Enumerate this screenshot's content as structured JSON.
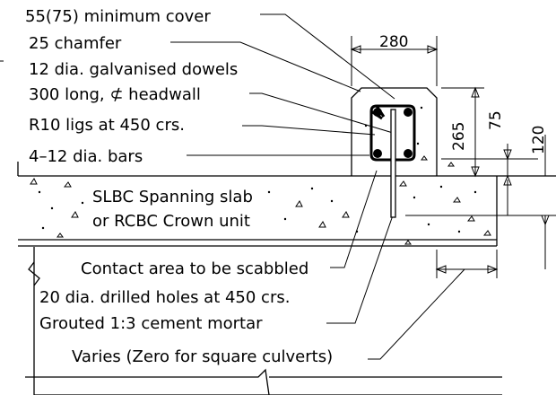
{
  "labels": {
    "cover": "55(75) minimum cover",
    "chamfer": "25 chamfer",
    "dowels_line1": "12 dia. galvanised dowels",
    "dowels_line2": "300 long, ⊄ headwall",
    "ligs": "R10 ligs at 450 crs.",
    "bars": "4–12 dia. bars",
    "slab_line1": "SLBC Spanning slab",
    "slab_line2": "or RCBC Crown unit",
    "contact": "Contact area to be scabbled",
    "holes": "20 dia. drilled holes at 450 crs.",
    "grout": "Grouted 1:3 cement mortar",
    "varies": "Varies (Zero for square culverts)"
  },
  "dimensions": {
    "width": "280",
    "height_total": "265",
    "height_inner": "75",
    "height_slab": "120"
  }
}
